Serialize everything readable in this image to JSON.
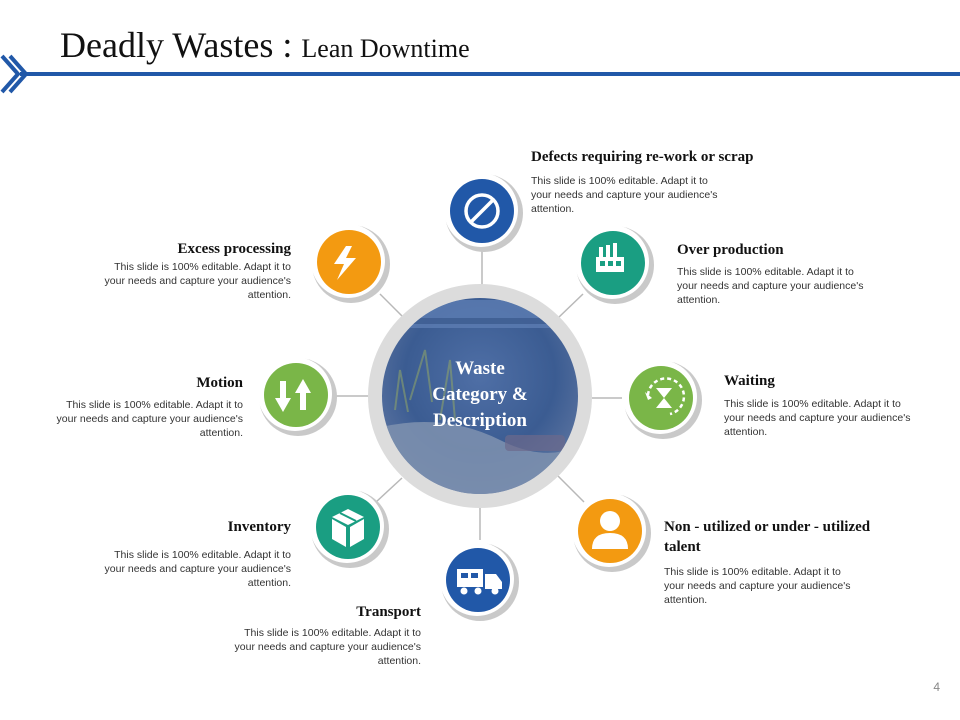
{
  "header": {
    "title": "Deadly Wastes :",
    "subtitle": "Lean Downtime"
  },
  "center": {
    "line1": "Waste",
    "line2": "Category &",
    "line3": "Description"
  },
  "items": [
    {
      "label": "Defects requiring re-work or scrap",
      "text": "This slide is 100% editable. Adapt it to your needs and capture your audience's attention.",
      "color": "#2158a8",
      "icon": "prohibited-icon"
    },
    {
      "label": "Over production",
      "text": "This slide is 100% editable. Adapt it to your needs and capture your audience's attention.",
      "color": "#1a9e82",
      "icon": "factory-icon"
    },
    {
      "label": "Waiting",
      "text": "This slide is 100% editable. Adapt it to your needs and capture your audience's attention.",
      "color": "#7ab648",
      "icon": "hourglass-icon"
    },
    {
      "label": "Non - utilized or under - utilized talent",
      "text": "This slide is 100% editable. Adapt it to your needs and capture your audience's attention.",
      "color": "#f39a11",
      "icon": "person-icon"
    },
    {
      "label": "Transport",
      "text": "This slide is 100% editable. Adapt it to your needs and capture your audience's attention.",
      "color": "#2158a8",
      "icon": "truck-icon"
    },
    {
      "label": "Inventory",
      "text": "This slide is 100% editable. Adapt it to your needs and capture your audience's attention.",
      "color": "#1a9e82",
      "icon": "box-icon"
    },
    {
      "label": "Motion",
      "text": "This slide is 100% editable. Adapt it to your needs and capture your audience's attention.",
      "color": "#7ab648",
      "icon": "up-down-arrows-icon"
    },
    {
      "label": "Excess processing",
      "text": "This slide is 100% editable. Adapt it to your needs and capture your audience's attention.",
      "color": "#f39a11",
      "icon": "lightning-icon"
    }
  ],
  "page_number": "4"
}
